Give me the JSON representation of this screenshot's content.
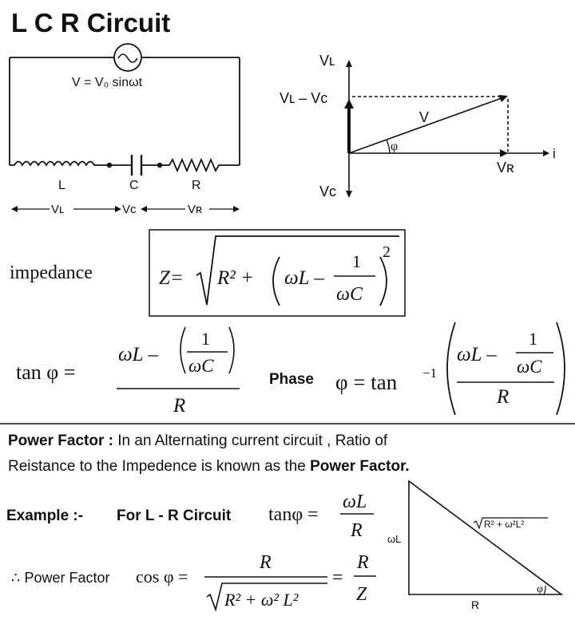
{
  "title": "L C R Circuit",
  "circuit": {
    "source_eq": "V = V₀ sinωt",
    "label_L": "L",
    "label_C": "C",
    "label_R": "R",
    "label_VL": "Vʟ",
    "label_VC": "Vᴄ",
    "label_VR": "Vʀ"
  },
  "phasor": {
    "axis_VL": "Vʟ",
    "axis_VC": "Vᴄ",
    "label_VL_minus_VC": "Vʟ – Vᴄ",
    "label_V": "V",
    "label_phi": "φ",
    "label_VR": "Vʀ",
    "label_i": "i"
  },
  "formulas": {
    "impedance_label": "impedance",
    "impedance_lhs": "Z=",
    "r2": "R² +",
    "omega_L_minus": "ωL –",
    "one": "1",
    "omega_C": "ωC",
    "exp2": "2",
    "tan_phi_lhs": "tan φ =",
    "R": "R",
    "phase_label": "Phase",
    "phase_lhs": "φ = tan",
    "inv_exp": "−1"
  },
  "power_factor": {
    "heading": "Power Factor :",
    "text_line1": " In an Alternating current circuit , Ratio of",
    "text_line2_plain": "Reistance to  the Impedence  is known as the ",
    "text_line2_bold": "Power Factor."
  },
  "example": {
    "label": "Example :-",
    "for_text": "For ",
    "lr_text": "L - R",
    "circuit_text": " Circuit",
    "tan_eq": "tanφ =",
    "omega_L": "ωL",
    "R": "R",
    "therefore": "∴ Power Factor",
    "cos_eq": "cos φ =",
    "sqrt_content": "R² + ω² L²",
    "equals": "=",
    "Z": "Z"
  },
  "triangle": {
    "hyp": "R² + ω²L²",
    "side": "ωL",
    "base": "R",
    "angle": "φ"
  }
}
